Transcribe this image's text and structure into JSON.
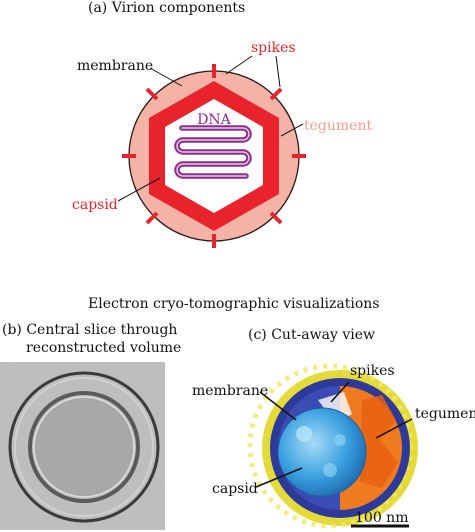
{
  "panel_a": {
    "title": "(a)  Virion components",
    "labels": {
      "membrane": "membrane",
      "spikes": "spikes",
      "tegument": "tegument",
      "dna": "DNA",
      "capsid": "capsid"
    },
    "colors": {
      "membrane_fill": "#f5b3a8",
      "capsid": "#e8232b",
      "dna": "#8b2d8b",
      "spike": "#e8232b",
      "tegument_label": "#f0a090"
    }
  },
  "section_title": "Electron cryo-tomographic visualizations",
  "panel_b": {
    "title_line1": "(b)  Central slice through",
    "title_line2": "reconstructed volume"
  },
  "panel_c": {
    "title": "(c)  Cut-away view",
    "labels": {
      "spikes": "spikes",
      "membrane": "membrane",
      "tegument": "tegument",
      "capsid": "capsid"
    },
    "scale_bar": "100 nm",
    "colors": {
      "spikes": "#e8dc3c",
      "membrane": "#2d3a9a",
      "tegument": "#f07a20",
      "capsid": "#3aa0e0"
    }
  }
}
